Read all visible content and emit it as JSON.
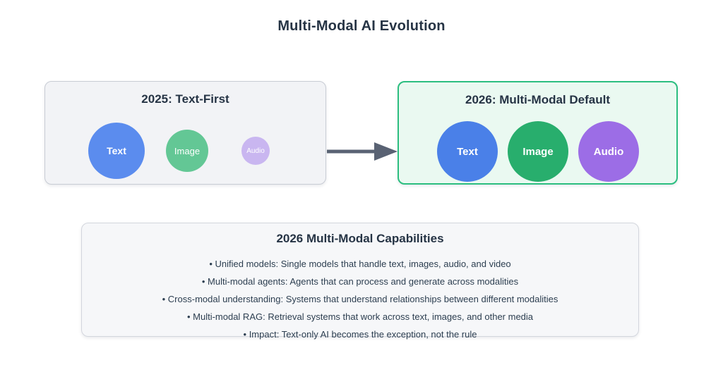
{
  "title": "Multi-Modal AI Evolution",
  "colors": {
    "heading_text": "#263445",
    "body_text": "#2c3e50",
    "arrow": "#596273",
    "panel_2025_bg": "#f2f3f6",
    "panel_2025_border": "#c8ccd4",
    "panel_2026_bg": "#eaf9f1",
    "panel_2026_border": "#2cbe80",
    "capabilities_bg": "#f6f7f9",
    "capabilities_border": "#d3d6dd"
  },
  "panel_2025": {
    "heading": "2025: Text-First",
    "circles": [
      {
        "label": "Text",
        "color": "#5b8cee"
      },
      {
        "label": "Image",
        "color": "#63c795"
      },
      {
        "label": "Audio",
        "color": "#c9b6f0"
      }
    ]
  },
  "panel_2026": {
    "heading": "2026: Multi-Modal Default",
    "circles": [
      {
        "label": "Text",
        "color": "#4a80e8"
      },
      {
        "label": "Image",
        "color": "#28ae6d"
      },
      {
        "label": "Audio",
        "color": "#9c6de6"
      }
    ]
  },
  "capabilities": {
    "heading": "2026 Multi-Modal Capabilities",
    "items": [
      "• Unified models: Single models that handle text, images, audio, and video",
      "• Multi-modal agents: Agents that can process and generate across modalities",
      "• Cross-modal understanding: Systems that understand relationships between different modalities",
      "• Multi-modal RAG: Retrieval systems that work across text, images, and other media",
      "• Impact: Text-only AI becomes the exception, not the rule"
    ]
  }
}
